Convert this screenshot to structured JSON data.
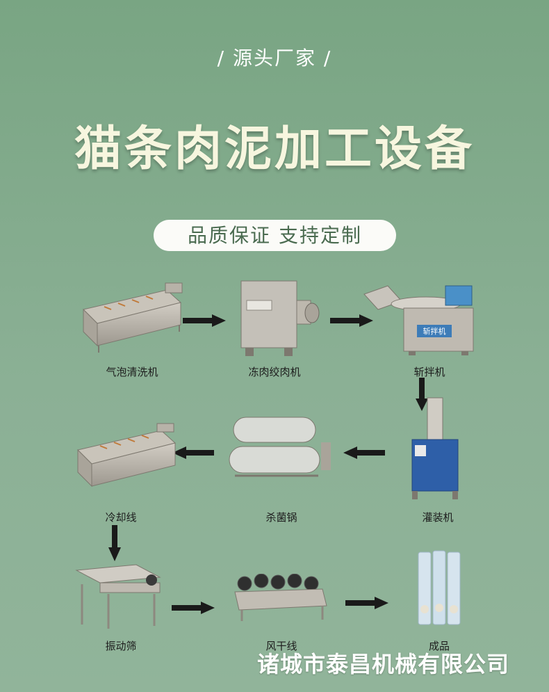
{
  "header": {
    "tagline": "/ 源头厂家 /",
    "title": "猫条肉泥加工设备",
    "pill": "品质保证 支持定制"
  },
  "steps": [
    {
      "label": "气泡清洗机"
    },
    {
      "label": "冻肉绞肉机"
    },
    {
      "label": "斩拌机"
    },
    {
      "label": "灌装机"
    },
    {
      "label": "杀菌锅"
    },
    {
      "label": "冷却线"
    },
    {
      "label": "振动筛"
    },
    {
      "label": "风干线"
    },
    {
      "label": "成品"
    }
  ],
  "machine_text": {
    "chopper_plate": "斩拌机"
  },
  "footer": {
    "company": "诸城市泰昌机械有限公司"
  },
  "colors": {
    "background": "#86ad90",
    "title": "#f7f6df",
    "pill_bg": "#fbfbf8",
    "pill_text": "#4a6b50",
    "arrow": "#1a1a1a",
    "steel": "#b9b4aa"
  }
}
